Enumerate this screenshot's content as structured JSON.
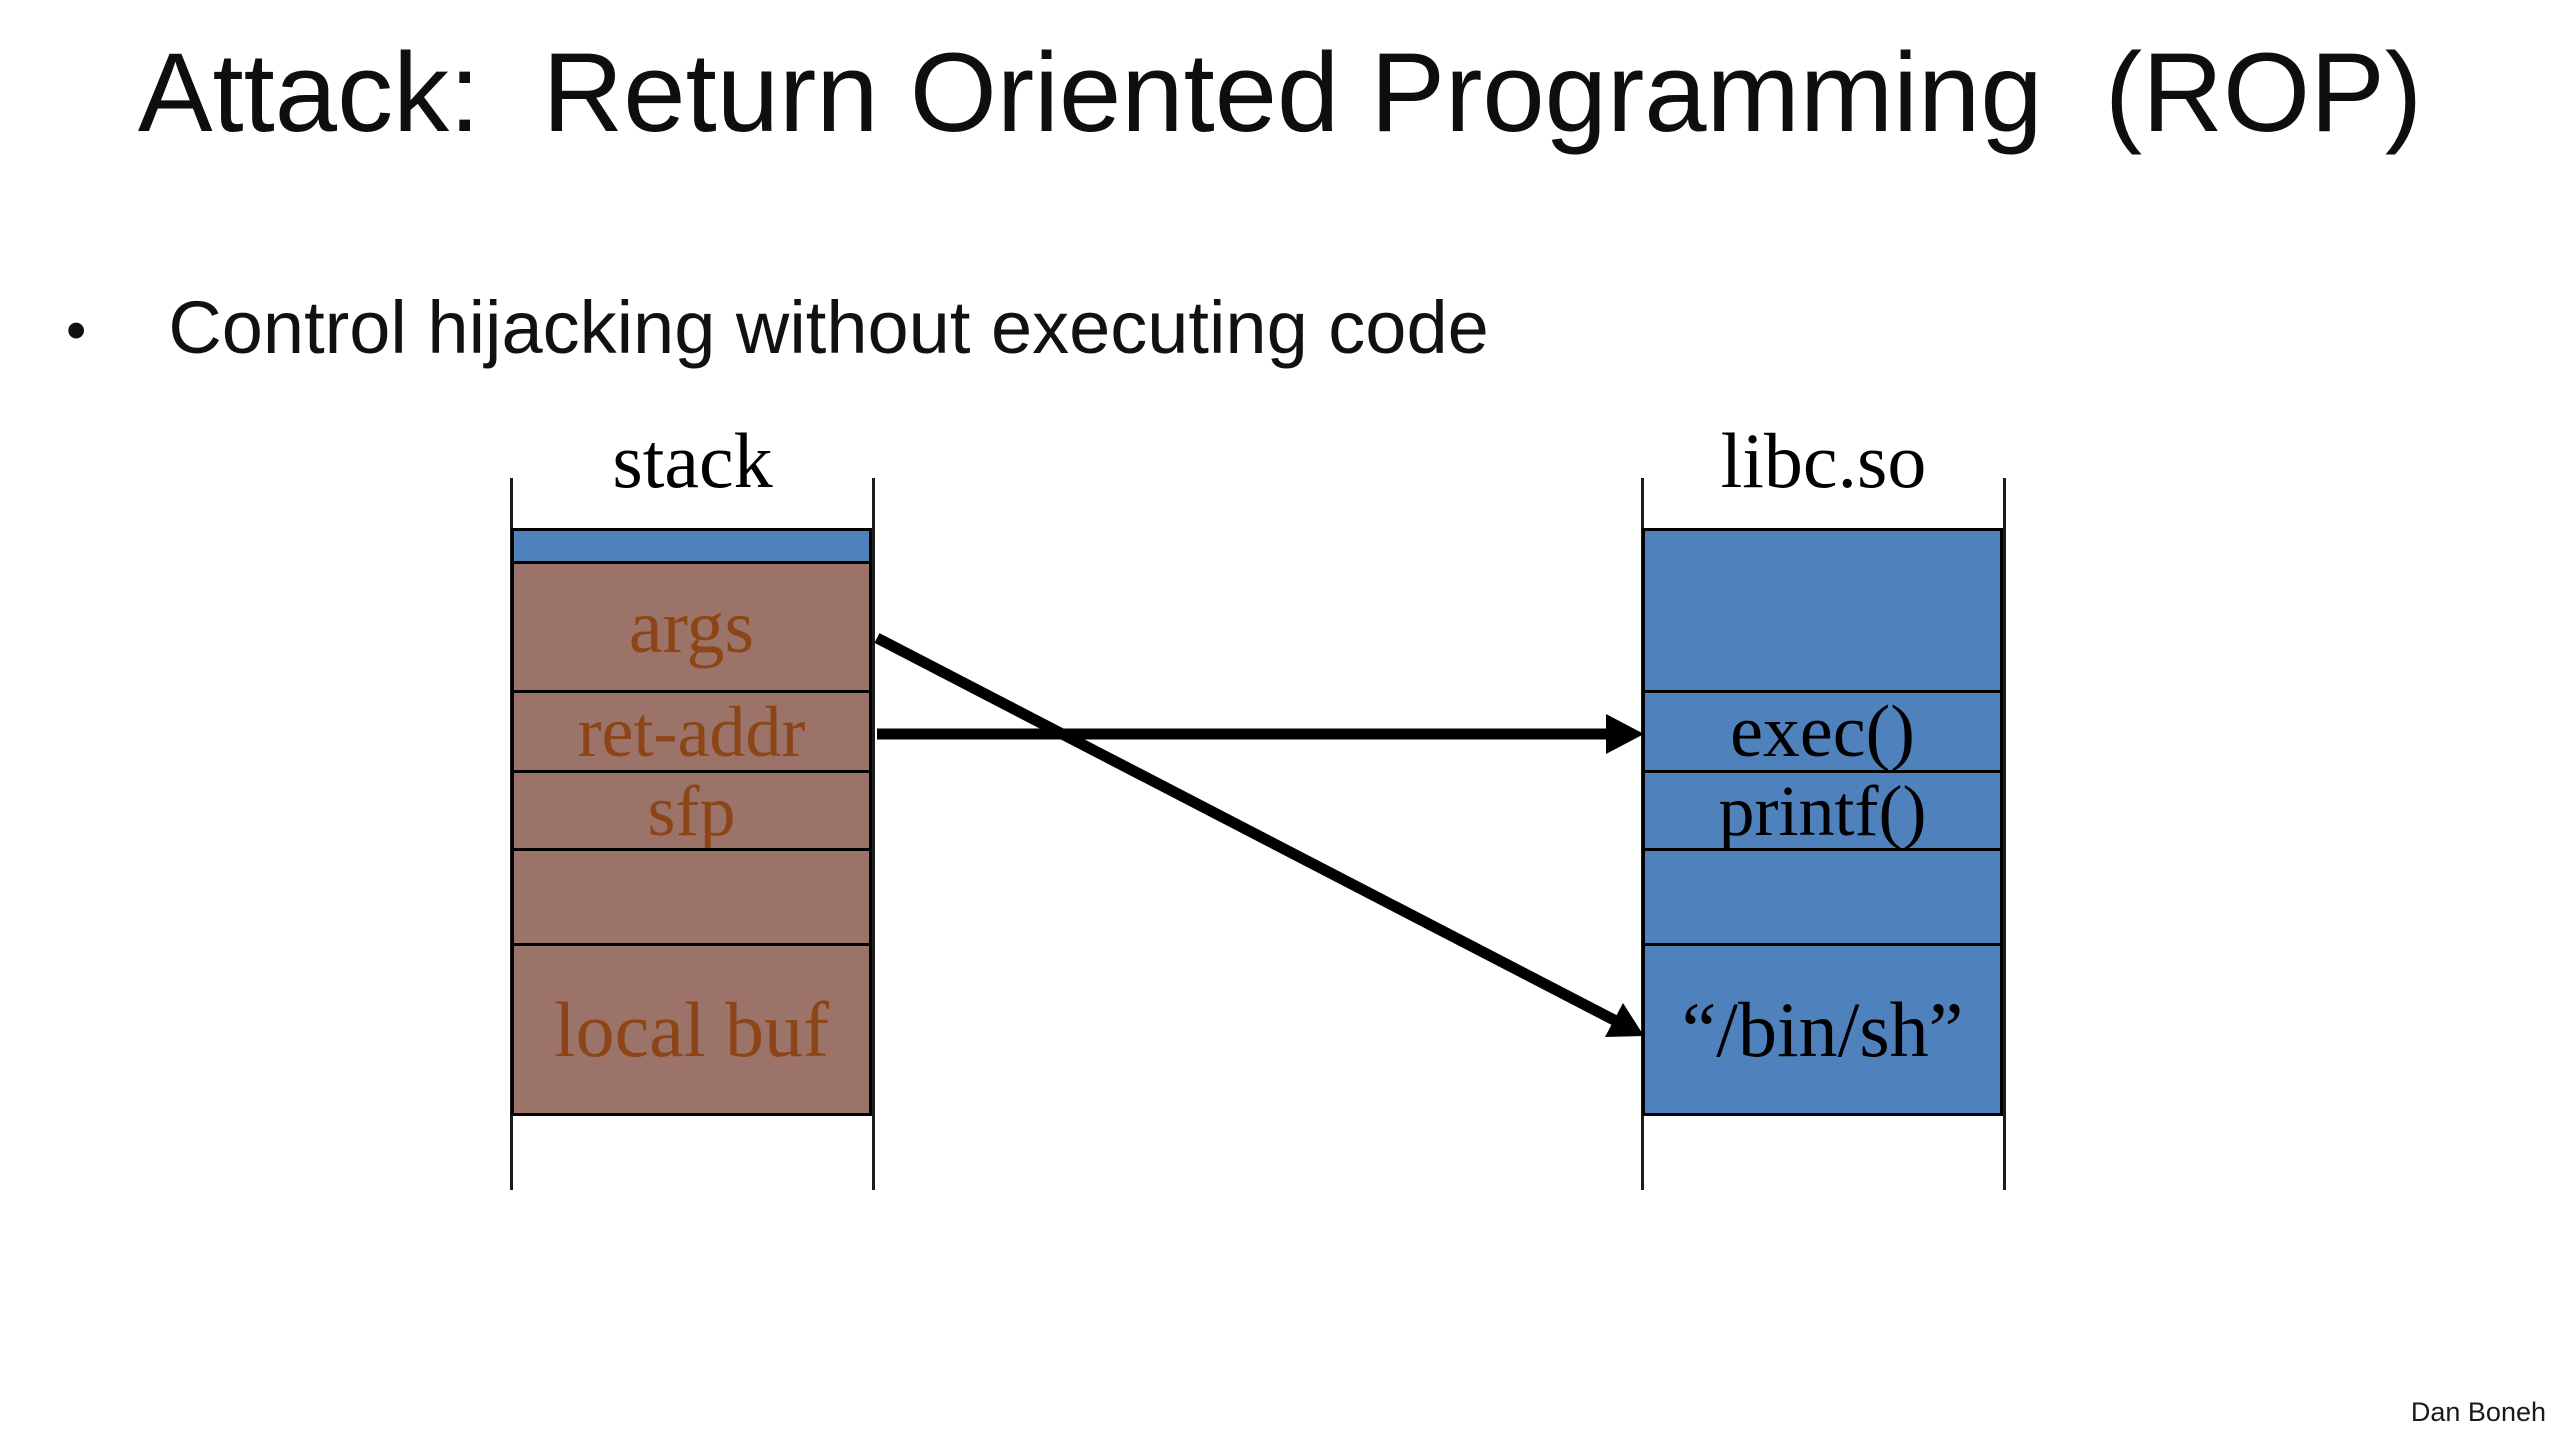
{
  "slide": {
    "title": "Attack:  Return Oriented Programming  (ROP)",
    "bullet_marker": "•",
    "bullet": "Control hijacking without executing code",
    "attribution": "Dan Boneh"
  },
  "diagram": {
    "stack": {
      "label": "stack",
      "rows": [
        "args",
        "ret-addr",
        "sfp",
        "",
        "local buf"
      ]
    },
    "libc": {
      "label": "libc.so",
      "rows": [
        "",
        "exec()",
        "printf()",
        "",
        "“/bin/sh”"
      ]
    },
    "arrows": [
      {
        "from": "ret-addr",
        "to": "exec()",
        "style": "horizontal"
      },
      {
        "from": "args",
        "to": "“/bin/sh”",
        "style": "diagonal"
      }
    ],
    "colors": {
      "accent_blue": "#4F81BD",
      "stack_fill": "#9C7368",
      "stack_text_brown": "#8C4516",
      "line_black": "#000000"
    }
  }
}
